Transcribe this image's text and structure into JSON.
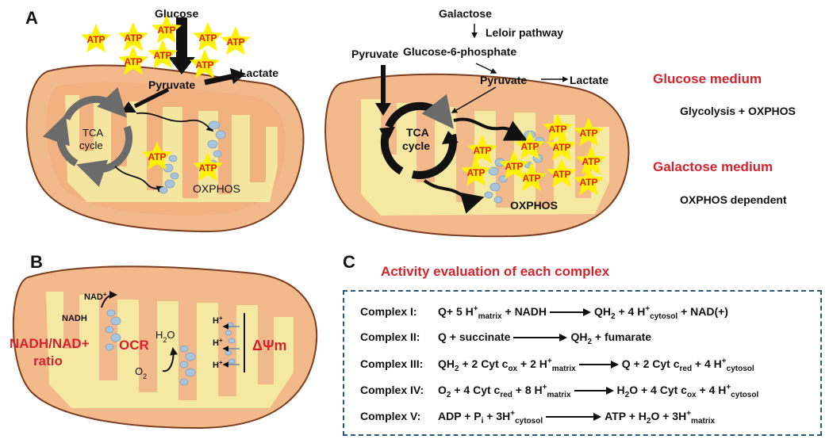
{
  "panels": {
    "a": "A",
    "b": "B",
    "c": "C"
  },
  "atp_label": "ATP",
  "panel_a_left": {
    "glucose": "Glucose",
    "pyruvate": "Pyruvate",
    "lactate": "Lactate",
    "tca_line1": "TCA",
    "tca_line2": "cycle",
    "oxphos": "OXPHOS"
  },
  "panel_a_right": {
    "galactose": "Galactose",
    "leloir": "Leloir pathway",
    "g6p": "Glucose-6-phosphate",
    "pyruvate_left": "Pyruvate",
    "pyruvate_mid": "Pyruvate",
    "lactate": "Lactate",
    "tca_line1": "TCA",
    "tca_line2": "cycle",
    "oxphos": "OXPHOS"
  },
  "legend": {
    "glucose_medium": "Glucose medium",
    "glucose_desc": "Glycolysis + OXPHOS",
    "galactose_medium": "Galactose medium",
    "galactose_desc": "OXPHOS dependent"
  },
  "panel_b": {
    "nad_plus": "NAD+",
    "nadh": "NADH",
    "nadh_ratio_line1": "NADH/NAD+",
    "nadh_ratio_line2": "ratio",
    "h2o": "H2O",
    "ocr": "OCR",
    "o2": "O2",
    "h_plus": "H+",
    "dpsi": "ΔΨm"
  },
  "panel_c": {
    "title": "Activity evaluation of each complex",
    "complexes": [
      {
        "name": "Complex I:",
        "left": "Q+ 5 H+matrix + NADH",
        "right": "QH2 + 4 H+cytosol + NAD(+)"
      },
      {
        "name": "Complex II:",
        "left": "Q + succinate",
        "right": "QH2 + fumarate"
      },
      {
        "name": "Complex III:",
        "left": "QH2 + 2 Cyt cox + 2 H+matrix",
        "right": "Q + 2 Cyt cred + 4 H+cytosol"
      },
      {
        "name": "Complex IV:",
        "left": "O2 + 4 Cyt cred + 8 H+matrix",
        "right": "H2O + 4 Cyt cox + 4 H+cytosol"
      },
      {
        "name": "Complex V:",
        "left": "ADP + Pi + 3H+cytosol",
        "right": "ATP + H2O + 3H+matrix"
      }
    ]
  },
  "colors": {
    "outer_membrane": "#f2b98b",
    "outline": "#7a3d1f",
    "inner_fill": "#f5f0a6",
    "red_text": "#d6222c",
    "star": "#fff200",
    "box_border": "#2d5873"
  }
}
